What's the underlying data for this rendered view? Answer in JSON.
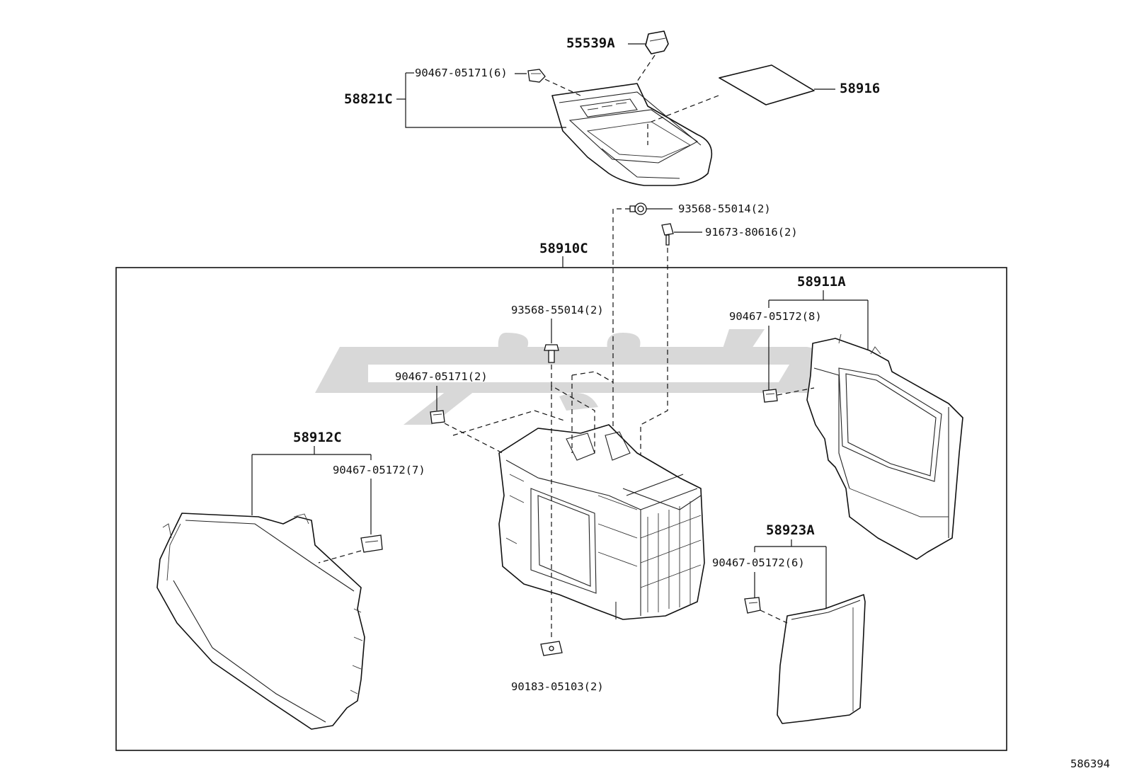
{
  "diagram": {
    "image_id_label": "586394",
    "assembly_label": "58910C",
    "parts": {
      "p55539A": "55539A",
      "p58821C": "58821C",
      "p58916": "58916",
      "p58911A": "58911A",
      "p58912C": "58912C",
      "p58923A": "58923A",
      "p90467_05171_6": "90467-05171(6)",
      "p93568_55014_top": "93568-55014(2)",
      "p91673_80616": "91673-80616(2)",
      "p93568_55014_inner": "93568-55014(2)",
      "p90467_05171_2": "90467-05171(2)",
      "p90467_05172_8": "90467-05172(8)",
      "p90467_05172_7": "90467-05172(7)",
      "p90467_05172_6": "90467-05172(6)",
      "p90183_05103": "90183-05103(2)"
    }
  }
}
